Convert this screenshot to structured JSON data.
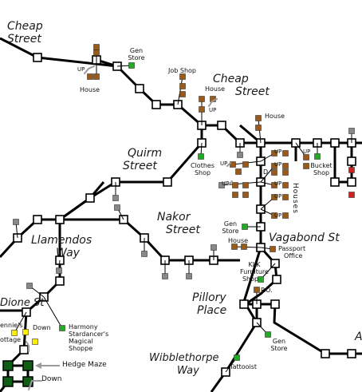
{
  "streets": {
    "cheap_street_1_line1": "Cheap",
    "cheap_street_1_line2": "Street",
    "cheap_street_2_line1": "Cheap",
    "cheap_street_2_line2": "Street",
    "quirm_street_line1": "Quirm",
    "quirm_street_line2": "Street",
    "nakor_street_line1": "Nakor",
    "nakor_street_line2": "Street",
    "llamendos_way_line1": "Llamendos",
    "llamendos_way_line2": "Way",
    "vagabond_st": "Vagabond St",
    "pillory_place_line1": "Pillory",
    "pillory_place_line2": "Place",
    "dione_st": "Dione St",
    "wibblethorpe_way_line1": "Wibblethorpe",
    "wibblethorpe_way_line2": "Way",
    "houses": "Houses",
    "partial_a": "A"
  },
  "places": {
    "gen_store_1_line1": "Gen",
    "gen_store_1_line2": "Store",
    "house_1": "House",
    "up_1": "UP",
    "job_shop": "Job Shop",
    "house_2": "House",
    "up_2": "UP",
    "house_3": "House",
    "clothes_shop_line1": "Clothes",
    "clothes_shop_line2": "Shop",
    "up_3": "UP",
    "up_4": "UP",
    "up_5": "UP",
    "up_6": "UP",
    "up_7": "UP",
    "up_8": "UP",
    "up_9": "UP",
    "up_10": "UP",
    "d_marker": "D",
    "bucket_shop_line1": "Bucket",
    "bucket_shop_line2": "Shop",
    "gen_store_2_line1": "Gen",
    "gen_store_2_line2": "Store",
    "house_4": "House",
    "passport_office_line1": "Passport",
    "passport_office_line2": "Office",
    "klk_line1": "KLK",
    "klk_line2": "Furniture",
    "klk_line3": "Shop",
    "po": "P.O.",
    "gen_store_3_line1": "Gen",
    "gen_store_3_line2": "Store",
    "tattooist": "Tattooist",
    "jennies_line1": "ennie's",
    "jennies_line2": "ottage",
    "down_1": "Down",
    "harmony_line1": "Harmony",
    "harmony_line2": "Stardancer's",
    "harmony_line3": "Magical",
    "harmony_line4": "Shoppe",
    "hedge_maze": "Hedge Maze",
    "down_2": "Down"
  },
  "colors": {
    "road": "#000000",
    "room": "#ffffff",
    "shop": "#22aa22",
    "house": "#9a5a1a",
    "unknown": "#888888",
    "cottage": "#ffee00",
    "maze": "#0e5e16",
    "exit": "#cc2222",
    "arrow": "#9a9a9a"
  },
  "icons": {
    "room": "room-square-icon",
    "up_arrow": "up-arrow-icon",
    "down_arrow": "down-arrow-icon"
  }
}
